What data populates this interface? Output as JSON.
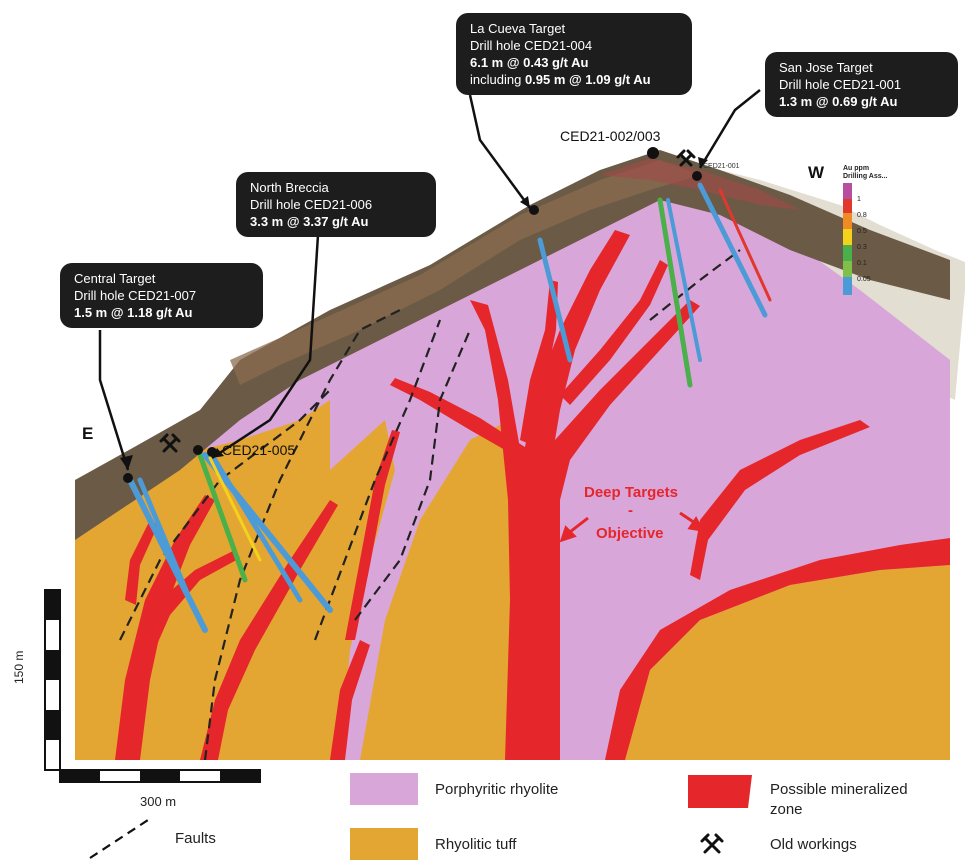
{
  "callouts": {
    "central": {
      "title": "Central Target",
      "hole": "Drill hole CED21-007",
      "result": "1.5 m @ 1.18 g/t Au"
    },
    "north": {
      "title": "North Breccia",
      "hole": "Drill hole CED21-006",
      "result": "3.3 m @ 3.37 g/t Au"
    },
    "cueva": {
      "title": "La Cueva Target",
      "hole": "Drill hole CED21-004",
      "result": "6.1 m @ 0.43 g/t Au",
      "including_prefix": "including ",
      "including_result": "0.95 m @ 1.09 g/t Au"
    },
    "sanjose": {
      "title": "San Jose Target",
      "hole": "Drill hole CED21-001",
      "result": "1.3 m @ 0.69 g/t Au"
    }
  },
  "labels": {
    "ced_002_003": "CED21-002/003",
    "ced_005": "CED21-005",
    "ced_001_small": "CED21-001",
    "east": "E",
    "west": "W",
    "deep_targets": "Deep Targets",
    "dash": "-",
    "objective": "Objective"
  },
  "au_legend": {
    "title_line1": "Au ppm",
    "title_line2": "Drilling Ass...",
    "bins": [
      {
        "label": "1",
        "color": "#e0382c"
      },
      {
        "label": "0.8",
        "color": "#f08a24"
      },
      {
        "label": "0.5",
        "color": "#f4d21c"
      },
      {
        "label": "0.3",
        "color": "#49b04a"
      },
      {
        "label": "0.1",
        "color": "#7fbf4a"
      },
      {
        "label": "0.05",
        "color": "#4d9bd6"
      }
    ],
    "top_color": "#b84ea0"
  },
  "scale": {
    "vertical": "150 m",
    "horizontal": "300 m"
  },
  "legend": {
    "porphyritic": "Porphyritic rhyolite",
    "tuff": "Rhyolitic tuff",
    "mineralized_line1": "Possible mineralized",
    "mineralized_line2": "zone",
    "faults": "Faults",
    "old_workings": "Old workings"
  },
  "colors": {
    "porphyritic": "#d9a6da",
    "tuff": "#e4a632",
    "mineralized": "#e5262b",
    "cover": "#6b5a45",
    "callout_bg": "#1d1d1d",
    "deep_target_text": "#e5262b"
  }
}
